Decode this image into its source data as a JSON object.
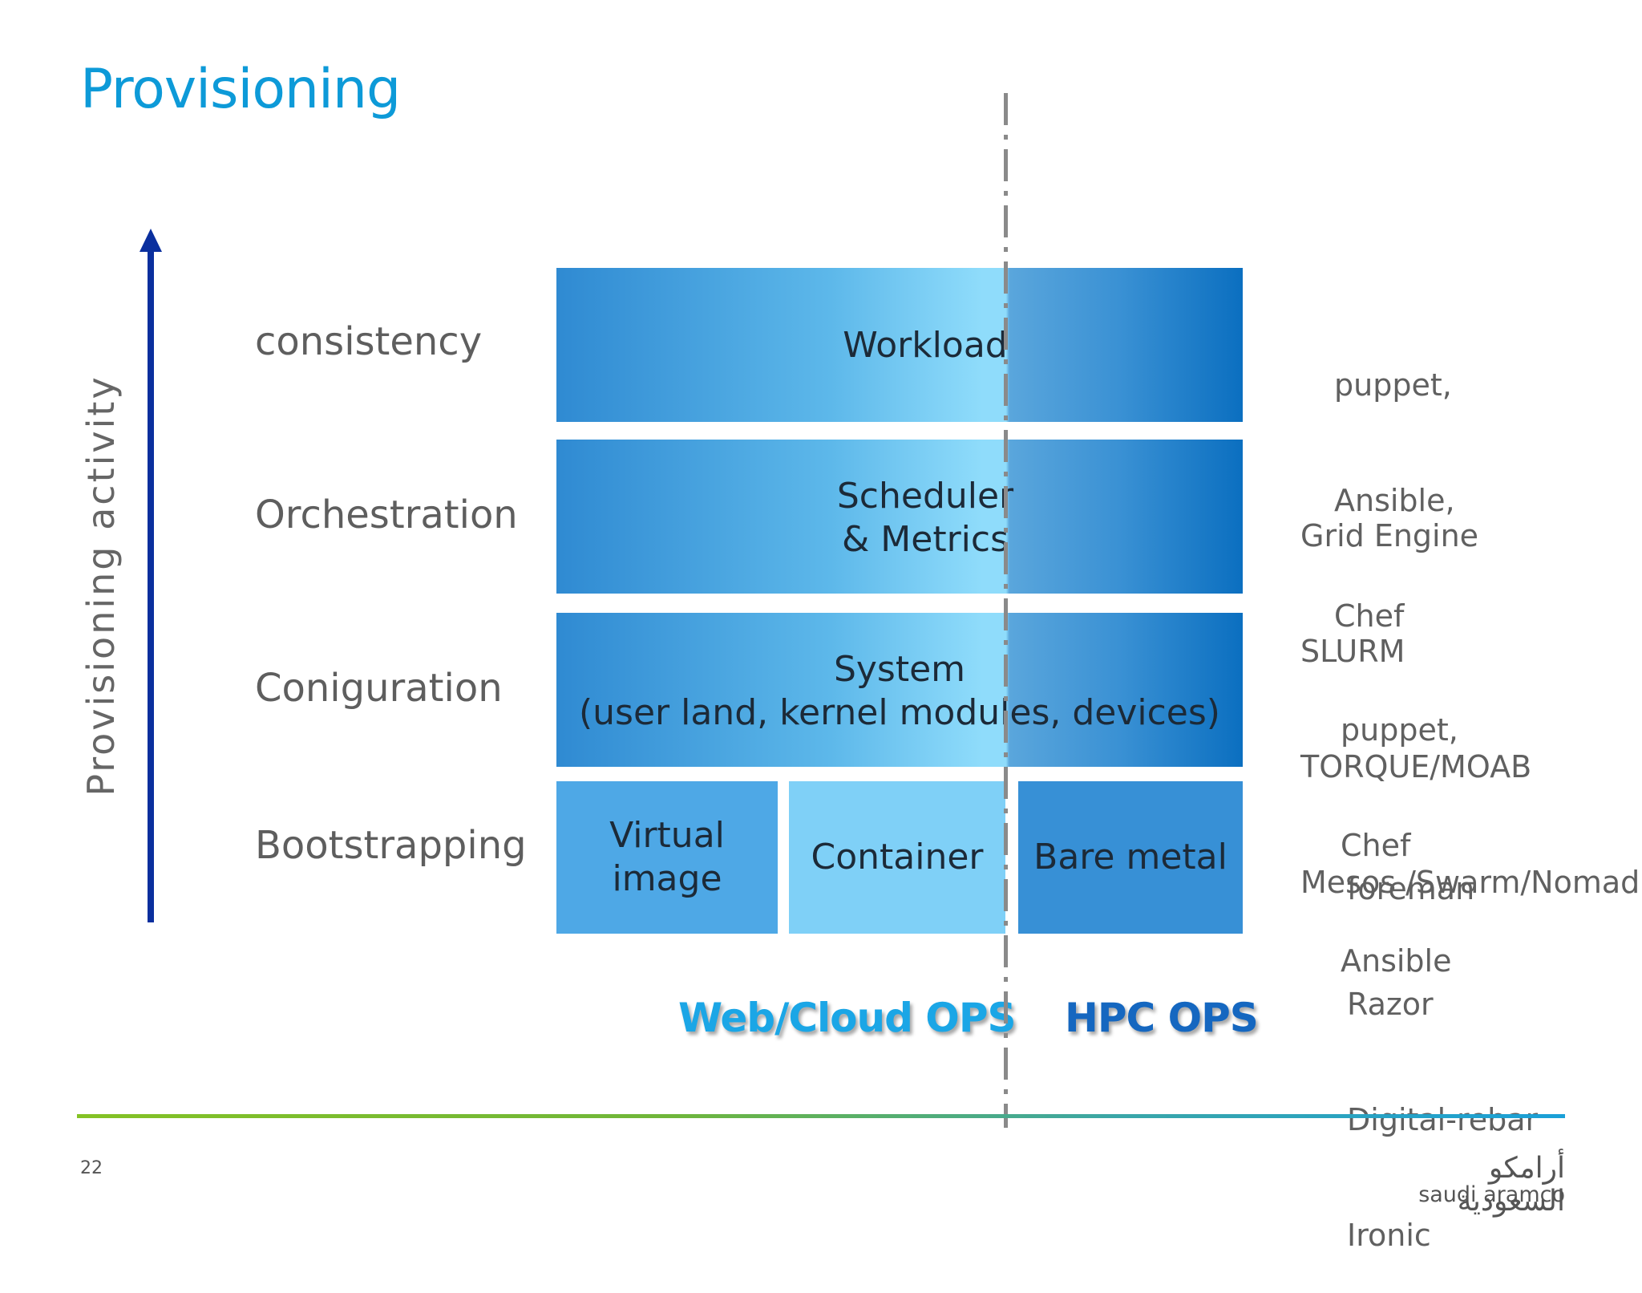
{
  "title": "Provisioning",
  "axis_label": "Provisioning  activity",
  "rows": {
    "consistency": "consistency",
    "orchestration": "Orchestration",
    "configuration": "Coniguration",
    "bootstrapping": "Bootstrapping"
  },
  "bands": {
    "workload": "Workload",
    "scheduler_line1": "Scheduler",
    "scheduler_line2": "& Metrics",
    "system_line1": "System",
    "system_line2": "(user land, kernel modules, devices)"
  },
  "bootstrap": {
    "virtual_line1": "Virtual",
    "virtual_line2": "image",
    "container": "Container",
    "bare_metal": "Bare metal"
  },
  "tools": {
    "consistency": [
      "puppet,",
      "Ansible,",
      "Chef"
    ],
    "orchestration": [
      "Grid Engine",
      "SLURM",
      "TORQUE/MOAB",
      "Mesos /Swarm/Nomad"
    ],
    "configuration": [
      "puppet,",
      "Chef",
      "Ansible"
    ],
    "bootstrapping": [
      "foreman",
      "Razor",
      "Digital-rebar",
      "Ironic"
    ]
  },
  "ops": {
    "web": "Web/Cloud OPS",
    "hpc": "HPC OPS"
  },
  "footer": {
    "page_number": "22",
    "logo_arabic": "أرامكو السعودية",
    "logo_english": "saudi aramco"
  },
  "colors": {
    "title": "#0d9ad8",
    "web_ops": "#1ba6e6",
    "hpc_ops": "#1567c0",
    "arrow": "#0a2f9e"
  }
}
